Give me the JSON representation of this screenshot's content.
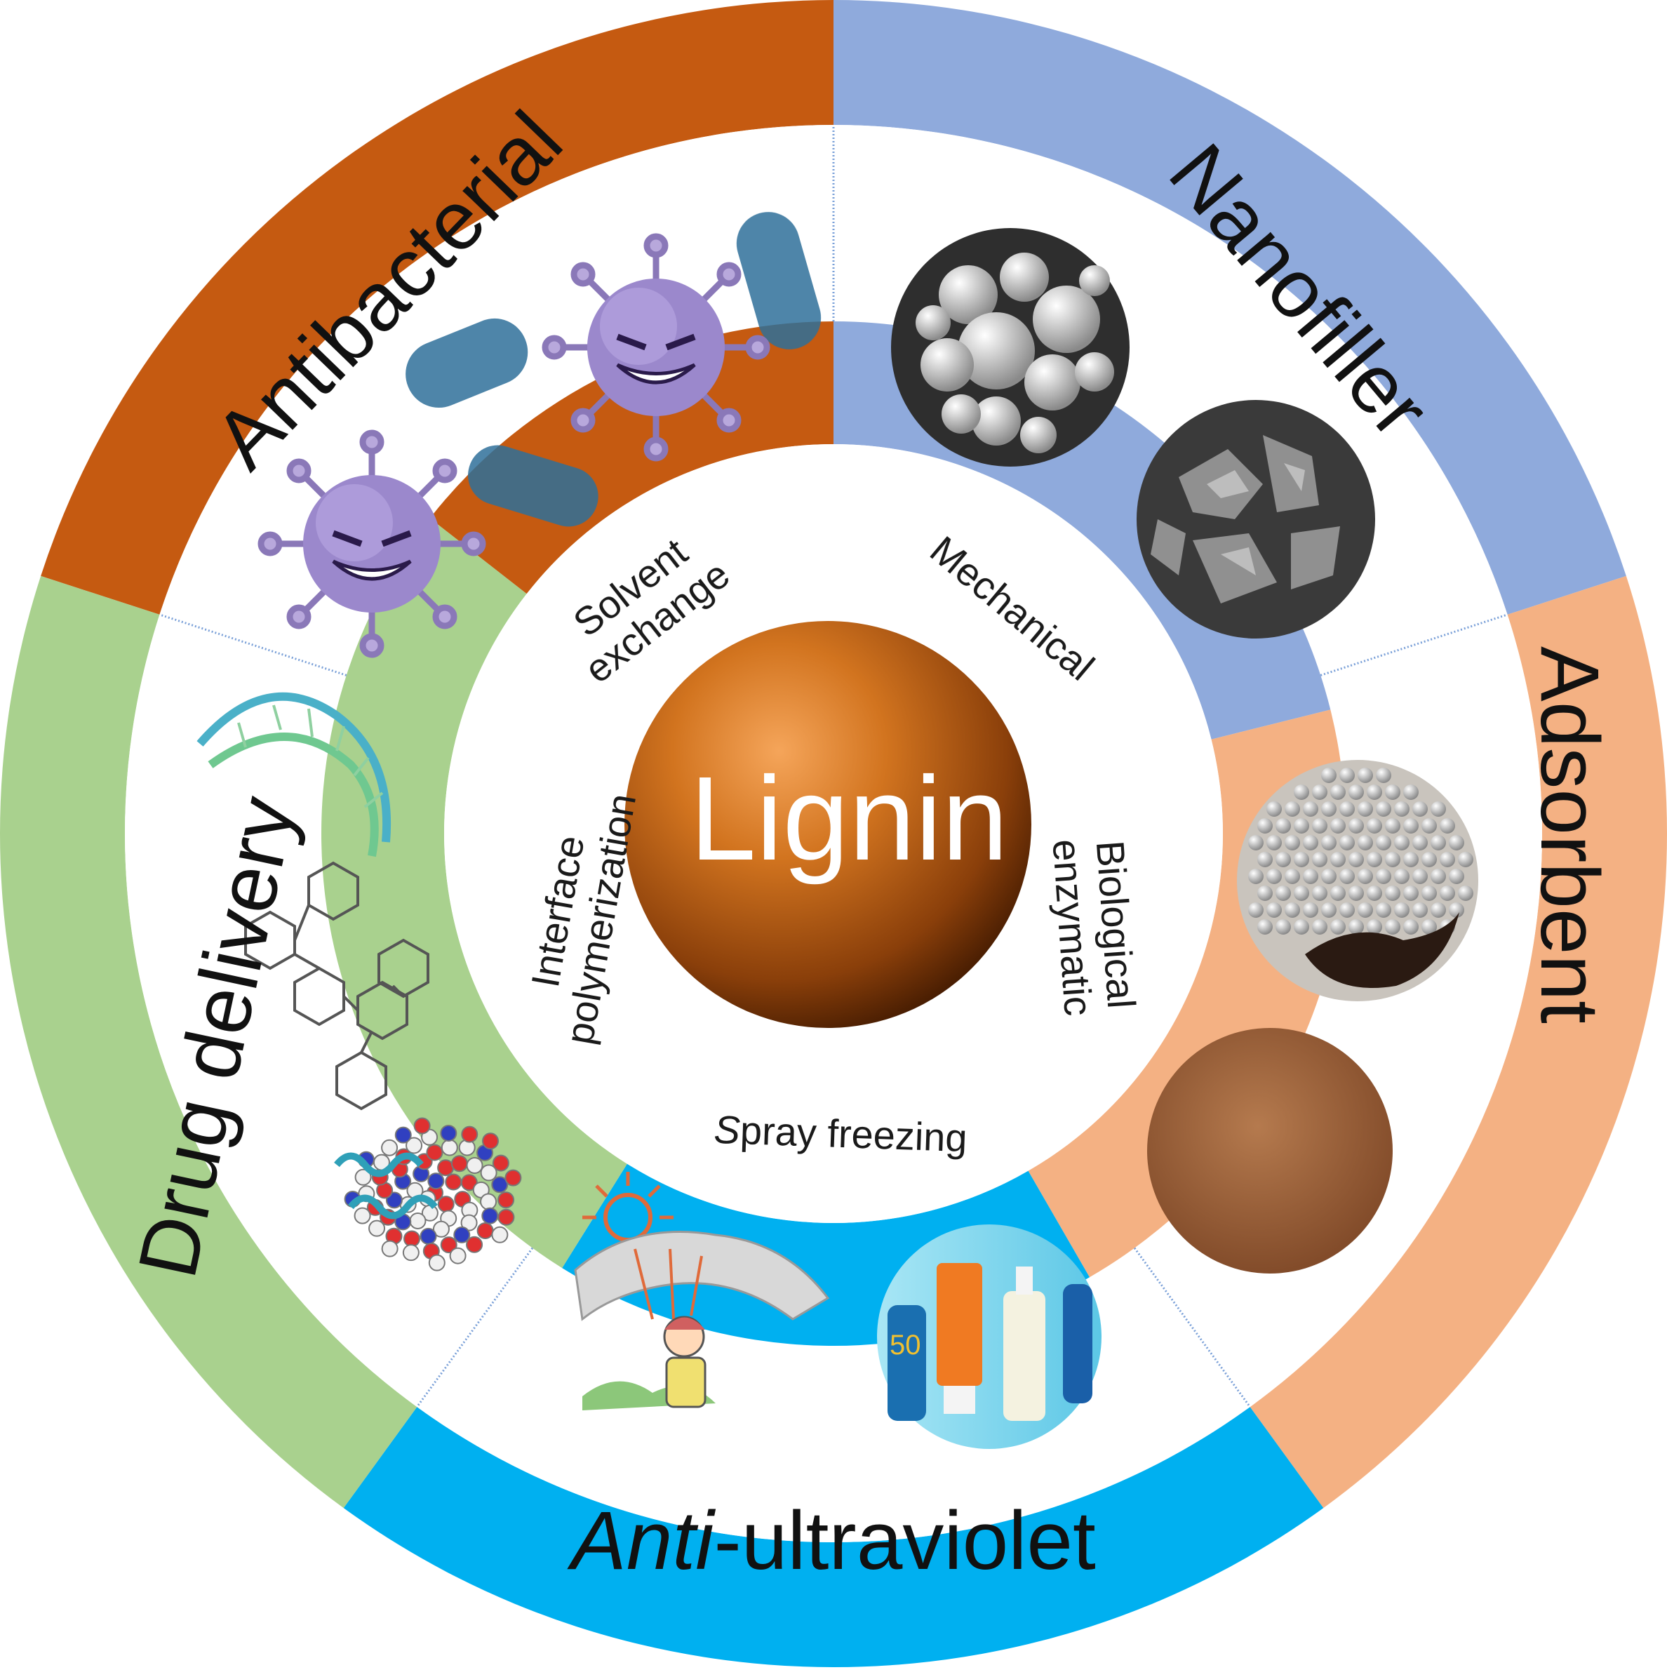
{
  "center": {
    "label": "Lignin",
    "color": "#b5651d"
  },
  "outer_ring": [
    {
      "id": "antibacterial",
      "label": "Antibacterial",
      "color": "#c55a11"
    },
    {
      "id": "nanofiller",
      "label": "Nanofiller",
      "color": "#8faadc"
    },
    {
      "id": "adsorbent",
      "label": "Adsorbent",
      "color": "#f4b183"
    },
    {
      "id": "anti-ultraviolet",
      "label_italic": "Anti",
      "label_rest": "-ultraviolet",
      "color": "#00b0f0"
    },
    {
      "id": "drug-delivery",
      "label": "Drug delivery",
      "color": "#a9d18e"
    }
  ],
  "inner_ring": [
    {
      "id": "solvent-exchange",
      "lines": [
        "Solvent",
        "exchange"
      ],
      "color": "#c55a11"
    },
    {
      "id": "mechanical",
      "lines": [
        "Mechanical"
      ],
      "color": "#8faadc"
    },
    {
      "id": "biological-enzymatic",
      "lines": [
        "Biological",
        "enzymatic"
      ],
      "color": "#f4b183"
    },
    {
      "id": "spray-freezing",
      "label_italic": "S",
      "label_rest": "pray freezing",
      "color": "#00b0f0"
    },
    {
      "id": "interface-polymerization",
      "lines": [
        "Interface",
        "polymerization"
      ],
      "color": "#a9d18e"
    }
  ],
  "illustrations": {
    "antibacterial": [
      "virus-icon",
      "bacteria-rod-icon"
    ],
    "nanofiller": [
      "sem-spheres-image",
      "sem-particles-image"
    ],
    "adsorbent": [
      "white-beads-image",
      "brown-powder-image"
    ],
    "anti-ultraviolet": [
      "sun-umbrella-cartoon",
      "sunscreen-bottles-image"
    ],
    "drug-delivery": [
      "dna-helix-icon",
      "molecule-structure-icon",
      "protein-model-icon"
    ]
  }
}
